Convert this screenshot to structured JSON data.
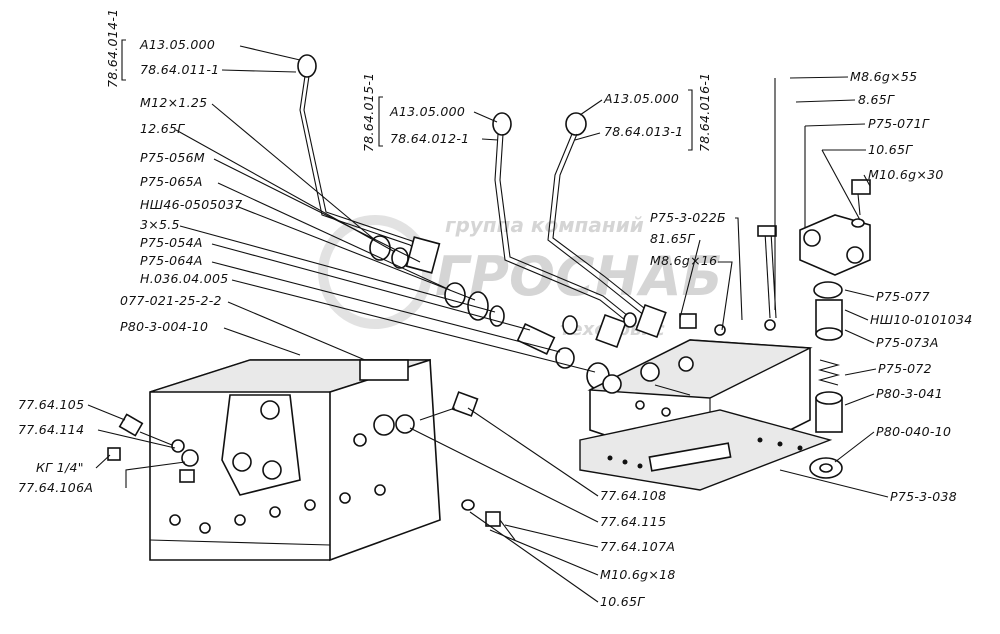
{
  "labels": {
    "group_014": "78.64.014-1",
    "group_015": "78.64.015-1",
    "group_016": "78.64.016-1",
    "a13_left": "A13.05.000",
    "p78_64_011": "78.64.011-1",
    "m12": "M12×1.25",
    "n12_65": "12.65Г",
    "p75_056m": "P75-056M",
    "p75_065a": "P75-065A",
    "nsh46": "НШ46-0505037",
    "n3x5": "3×5.5",
    "p75_054a": "P75-054A",
    "p75_064a": "P75-064A",
    "n036": "Н.036.04.005",
    "n077": "077-021-25-2-2",
    "p80_004": "P80-3-004-10",
    "a13_mid": "A13.05.000",
    "p78_64_012": "78.64.012-1",
    "a13_right": "A13.05.000",
    "p78_64_013": "78.64.013-1",
    "p75_3_022": "P75-3-022Б",
    "n81_65": "81.65Г",
    "m8_16": "M8.6g×16",
    "m8_55": "M8.6g×55",
    "n8_65": "8.65Г",
    "p75_071": "P75-071Г",
    "n10_65_r": "10.65Г",
    "m10_30": "M10.6g×30",
    "p75_077": "P75-077",
    "nsh10": "НШ10-0101034",
    "p75_073a": "P75-073A",
    "p75_072": "P75-072",
    "p80_3_041": "P80-3-041",
    "p80_040": "P80-040-10",
    "p75_3_038": "P75-3-038",
    "n105": "77.64.105",
    "n114": "77.64.114",
    "kg": "КГ 1/4\"",
    "n106a": "77.64.106A",
    "n108": "77.64.108",
    "n115": "77.64.115",
    "n107a": "77.64.107A",
    "m10_18": "M10.6g×18",
    "n10_65_b": "10.65Г"
  },
  "watermark": {
    "line1": "группа компаний",
    "line2": "ГРОСНАБ",
    "line3": "техсервис"
  }
}
